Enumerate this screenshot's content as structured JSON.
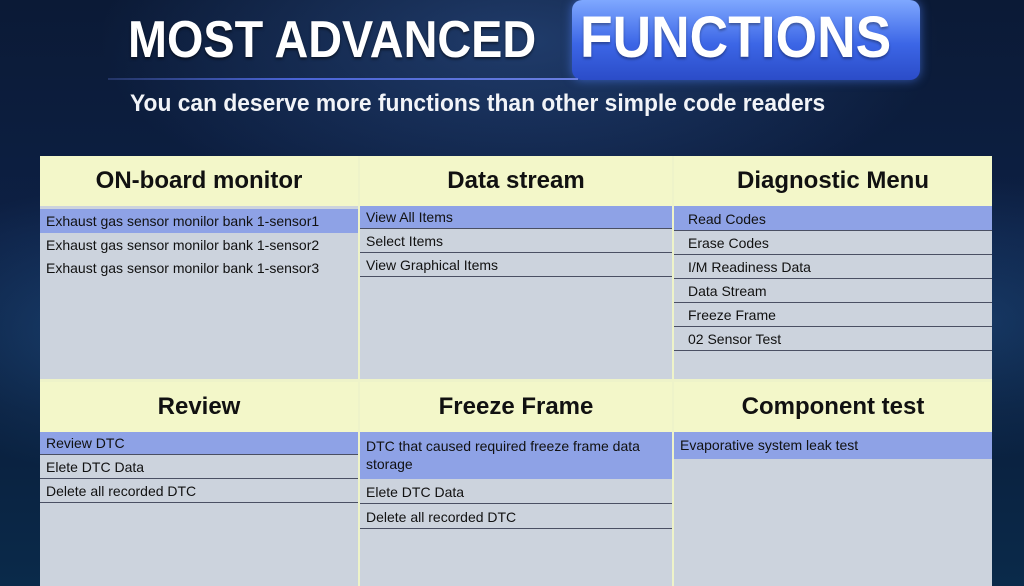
{
  "header": {
    "title_main": "MOST ADVANCED",
    "title_highlight": "FUNCTIONS",
    "subtitle": "You can deserve more functions than other simple code readers"
  },
  "panels": [
    {
      "title": "ON-board monitor",
      "items": [
        "Exhaust gas sensor monilor bank 1-sensor1",
        "Exhaust gas sensor monilor bank 1-sensor2",
        "Exhaust gas sensor monilor bank 1-sensor3"
      ]
    },
    {
      "title": "Data stream",
      "items": [
        "View All Items",
        "Select Items",
        "View Graphical Items"
      ]
    },
    {
      "title": "Diagnostic Menu",
      "items": [
        "Read Codes",
        "Erase Codes",
        "I/M Readiness Data",
        "Data Stream",
        "Freeze Frame",
        "02 Sensor Test"
      ]
    },
    {
      "title": "Review",
      "items": [
        "Review DTC",
        "Elete DTC Data",
        "Delete all recorded DTC"
      ]
    },
    {
      "title": "Freeze Frame",
      "items": [
        "DTC that caused required freeze frame data storage",
        "Elete DTC Data",
        "Delete all recorded DTC"
      ]
    },
    {
      "title": "Component test",
      "items": [
        "Evaporative system leak test"
      ]
    }
  ]
}
